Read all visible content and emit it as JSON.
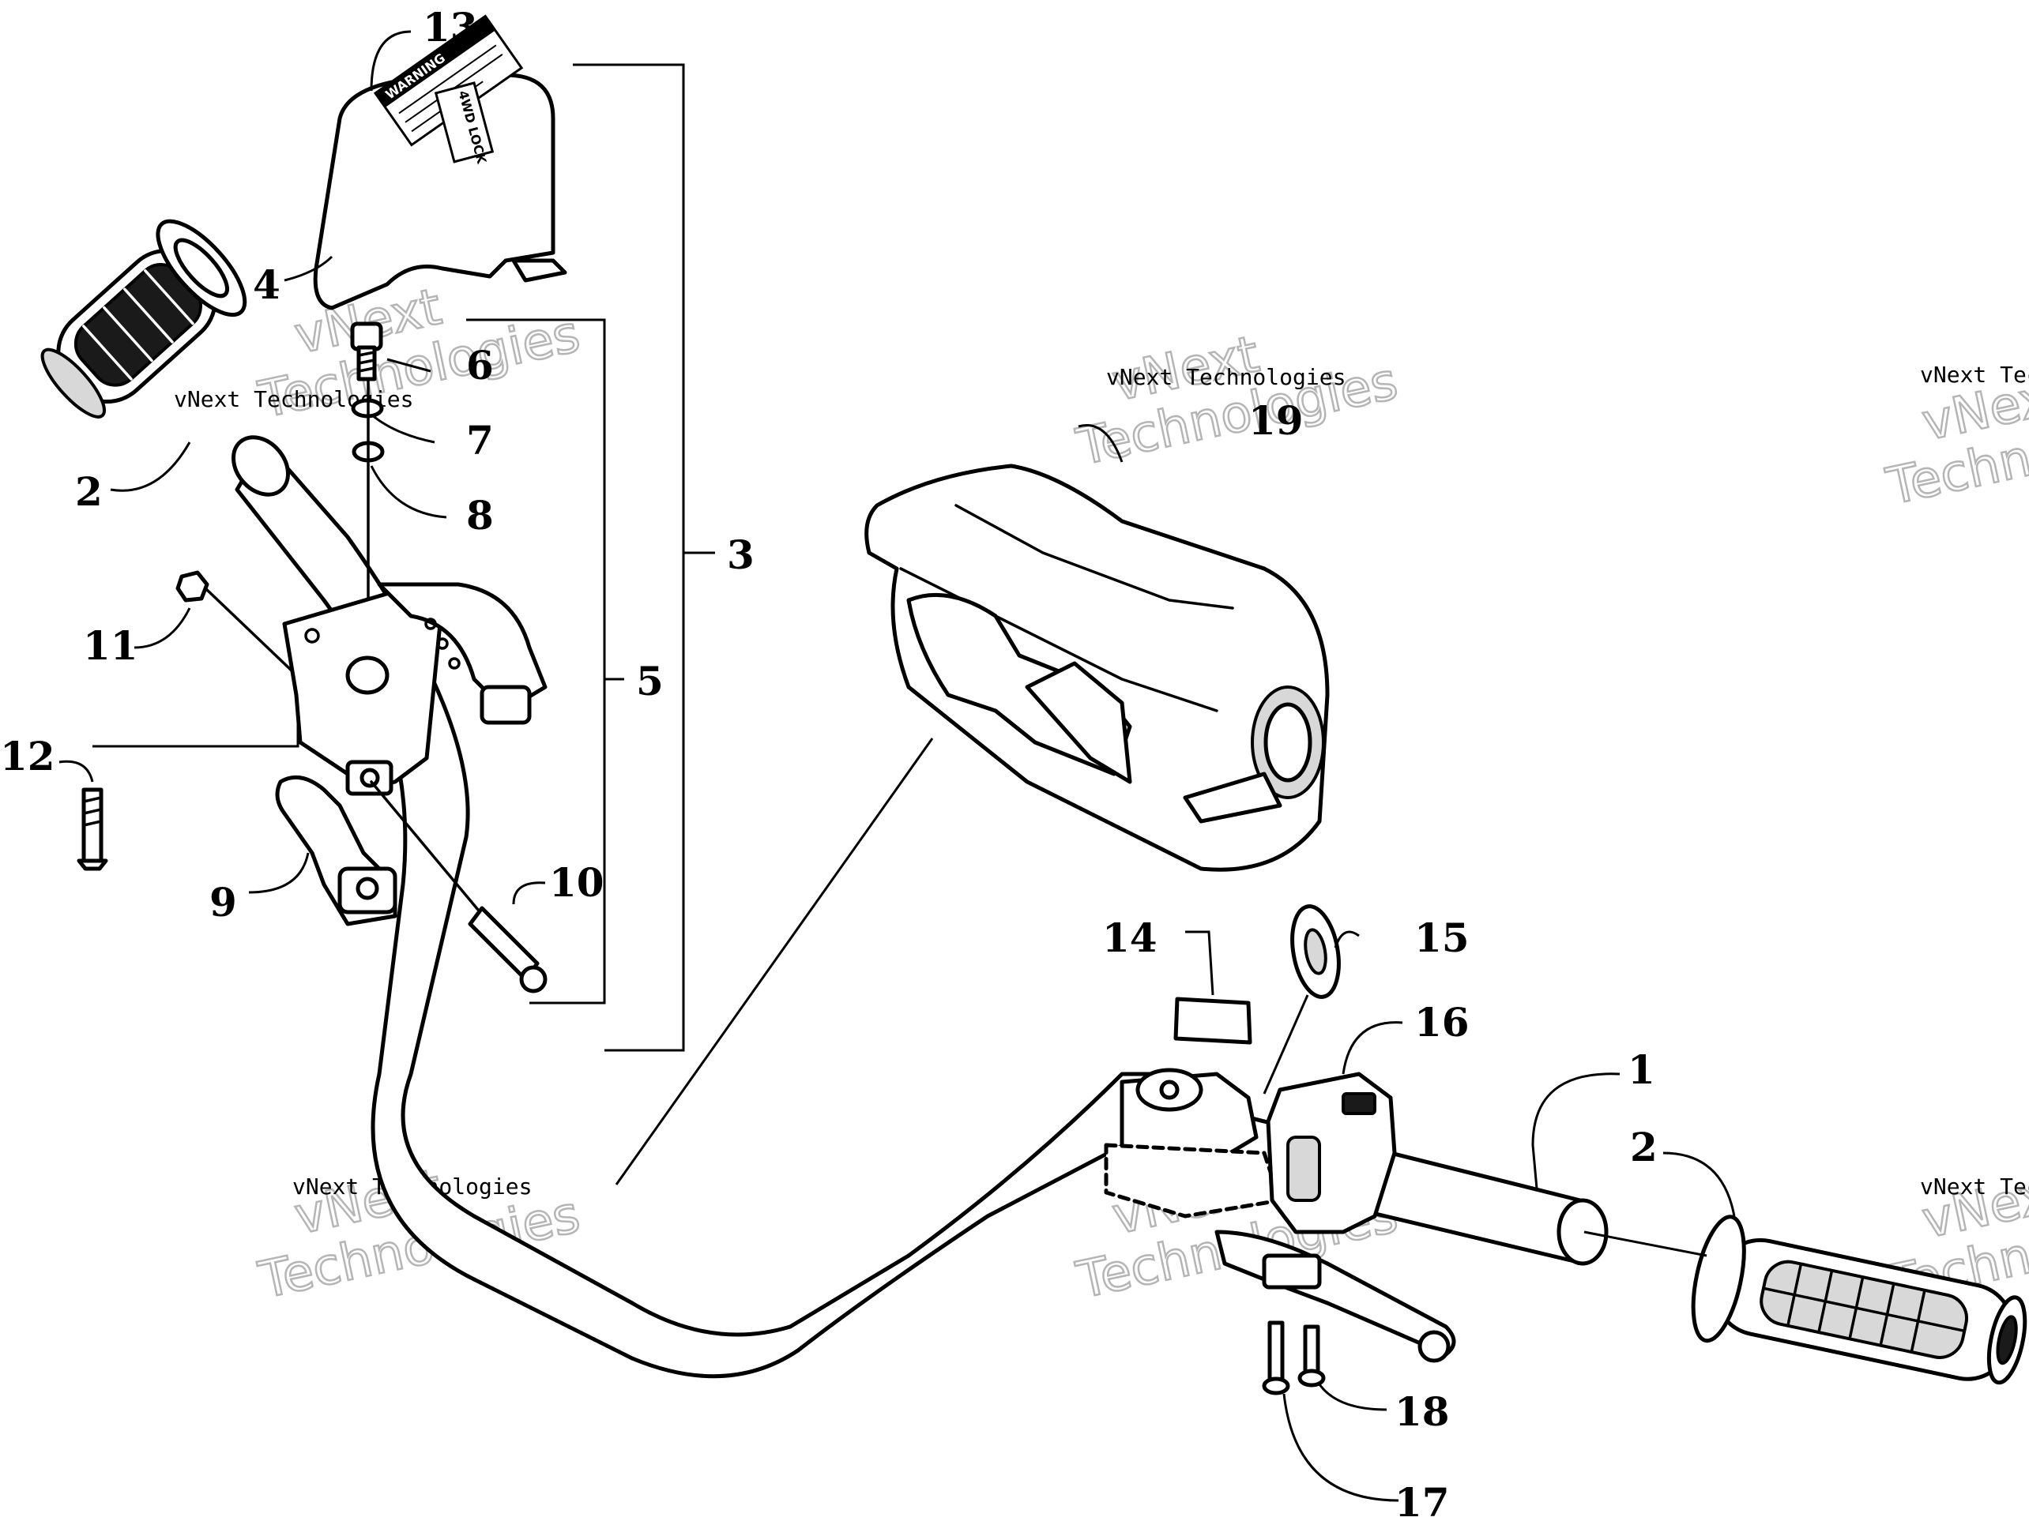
{
  "callouts": [
    {
      "id": "c13",
      "label": "13"
    },
    {
      "id": "c4",
      "label": "4"
    },
    {
      "id": "c6",
      "label": "6"
    },
    {
      "id": "c7",
      "label": "7"
    },
    {
      "id": "c8",
      "label": "8"
    },
    {
      "id": "c3",
      "label": "3"
    },
    {
      "id": "c5",
      "label": "5"
    },
    {
      "id": "c2a",
      "label": "2"
    },
    {
      "id": "c11",
      "label": "11"
    },
    {
      "id": "c12",
      "label": "12"
    },
    {
      "id": "c9",
      "label": "9"
    },
    {
      "id": "c10",
      "label": "10"
    },
    {
      "id": "c19",
      "label": "19"
    },
    {
      "id": "c14",
      "label": "14"
    },
    {
      "id": "c15",
      "label": "15"
    },
    {
      "id": "c16",
      "label": "16"
    },
    {
      "id": "c1",
      "label": "1"
    },
    {
      "id": "c2b",
      "label": "2"
    },
    {
      "id": "c18",
      "label": "18"
    },
    {
      "id": "c17",
      "label": "17"
    }
  ],
  "watermark": {
    "line_small": "vNext Technologies",
    "big_top": "vNext",
    "big_bottom": "Technologies"
  },
  "decal": {
    "header": "WARNING",
    "lock": "4WD LOCK"
  }
}
